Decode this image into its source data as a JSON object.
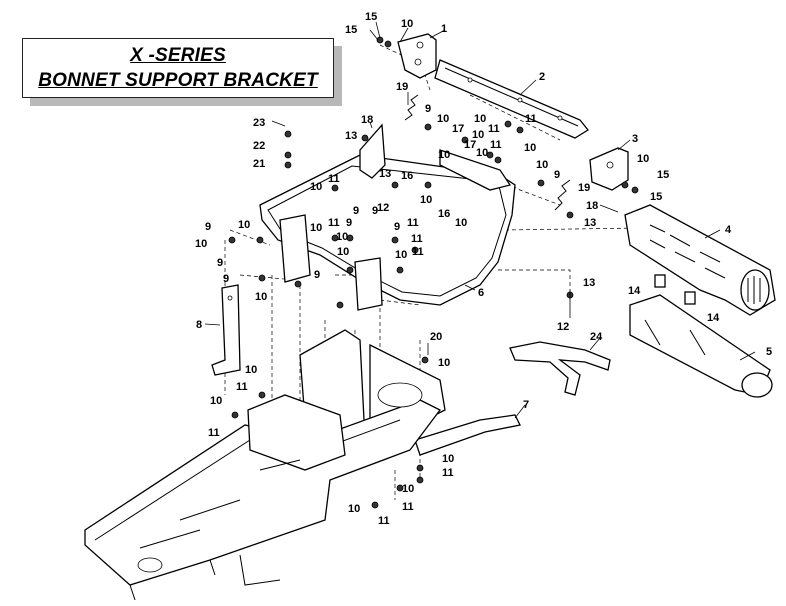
{
  "title": {
    "line1": "X -SERIES",
    "line2": "BONNET SUPPORT BRACKET"
  },
  "callout_labels": [
    "15",
    "10",
    "1",
    "15",
    "2",
    "19",
    "9",
    "10",
    "23",
    "18",
    "13",
    "10",
    "11",
    "17",
    "10",
    "11",
    "11",
    "17",
    "10",
    "10",
    "3",
    "10",
    "15",
    "22",
    "21",
    "13",
    "16",
    "10",
    "10",
    "9",
    "19",
    "12",
    "16",
    "10",
    "11",
    "15",
    "18",
    "13",
    "9",
    "9",
    "10",
    "11",
    "10",
    "9",
    "10",
    "9",
    "10",
    "9",
    "11",
    "11",
    "10",
    "10",
    "9",
    "4",
    "9",
    "10",
    "10",
    "11",
    "10",
    "9",
    "13",
    "14",
    "8",
    "12",
    "14",
    "24",
    "20",
    "10",
    "5",
    "10",
    "11",
    "10",
    "11",
    "7",
    "10",
    "11",
    "10",
    "11",
    "11",
    "10",
    "6"
  ],
  "icons": {
    "hardware": "bolt-nut-icon",
    "frame": "frame-icon"
  }
}
